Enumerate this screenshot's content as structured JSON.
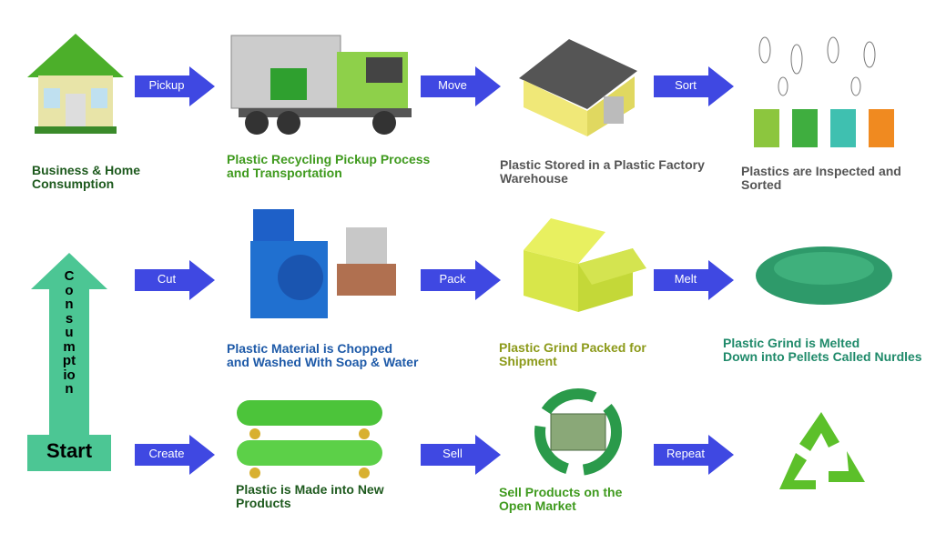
{
  "start_arrow": {
    "label": "Start",
    "vertical_text": "Consumption",
    "color": "#4cc694"
  },
  "arrow_color": "#3f48e2",
  "arrows": [
    "Pickup",
    "Move",
    "Sort",
    "Cut",
    "Pack",
    "Melt",
    "Create",
    "Sell",
    "Repeat"
  ],
  "captions": [
    {
      "line1": "Business & Home",
      "line2": "Consumption",
      "color": "#1e5a1e"
    },
    {
      "line1": "Plastic Recycling Pickup Process",
      "line2": "and Transportation",
      "color": "#3f9a1e"
    },
    {
      "line1": "Plastic Stored in a Plastic Factory",
      "line2": "Warehouse",
      "color": "#555555"
    },
    {
      "line1": "Plastics are Inspected and",
      "line2": "Sorted",
      "color": "#555555"
    },
    {
      "line1": "Plastic Material is Chopped",
      "line2": "and Washed With Soap & Water",
      "color": "#1e5aa8"
    },
    {
      "line1": "Plastic Grind Packed for",
      "line2": "Shipment",
      "color": "#8c9a1a"
    },
    {
      "line1": "Plastic Grind is Melted",
      "line2": "Down into Pellets Called Nurdles",
      "color": "#1f8a6a"
    },
    {
      "line1": "Plastic is Made into New",
      "line2": "Products",
      "color": "#1e5a1e"
    },
    {
      "line1": "Sell Products on the",
      "line2": "Open Market",
      "color": "#3f9a1e"
    }
  ]
}
